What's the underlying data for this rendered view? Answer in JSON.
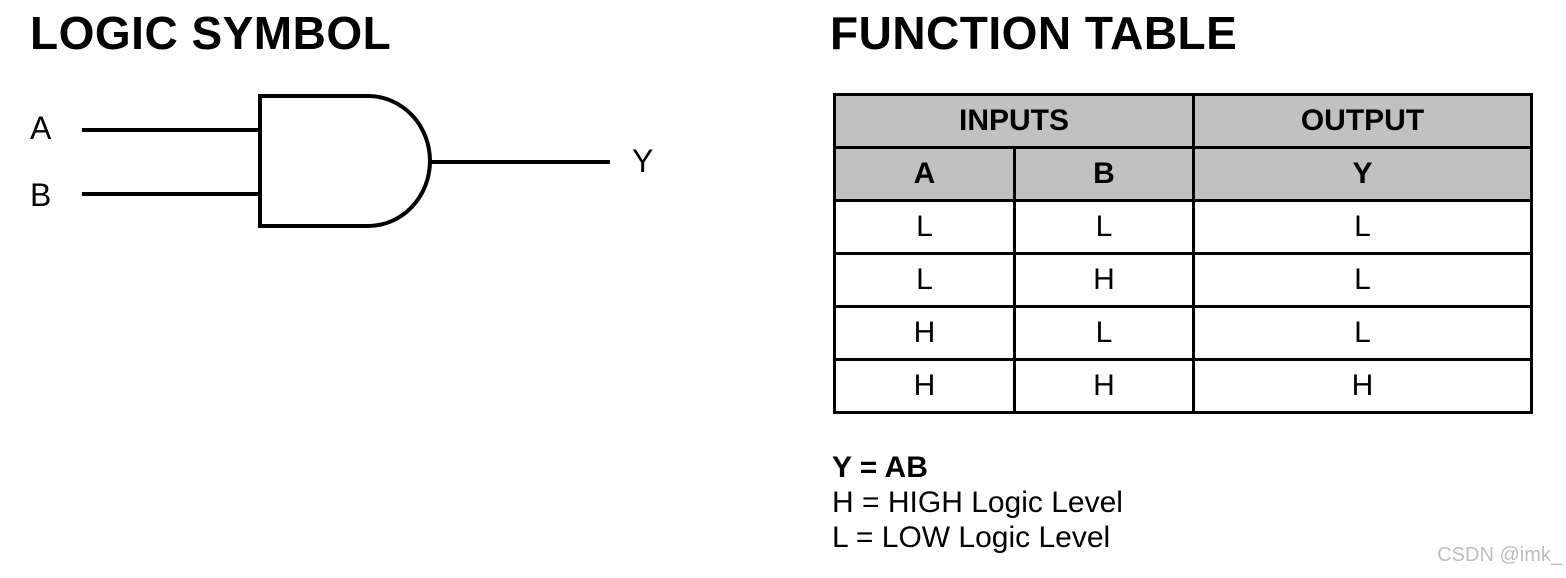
{
  "logic_symbol": {
    "title": "LOGIC SYMBOL",
    "gate_type": "AND",
    "input_a_label": "A",
    "input_b_label": "B",
    "output_label": "Y"
  },
  "function_table": {
    "title": "FUNCTION TABLE",
    "header_bg": "#c1c1c1",
    "header_group": {
      "inputs": "INPUTS",
      "output": "OUTPUT"
    },
    "columns": [
      "A",
      "B",
      "Y"
    ],
    "rows": [
      [
        "L",
        "L",
        "L"
      ],
      [
        "L",
        "H",
        "L"
      ],
      [
        "H",
        "L",
        "L"
      ],
      [
        "H",
        "H",
        "H"
      ]
    ]
  },
  "notes": {
    "equation": "Y = AB",
    "high_note": "H = HIGH Logic Level",
    "low_note": "L = LOW Logic Level"
  },
  "watermark": {
    "text": "CSDN @imk_",
    "color": "#bdbdbd"
  }
}
